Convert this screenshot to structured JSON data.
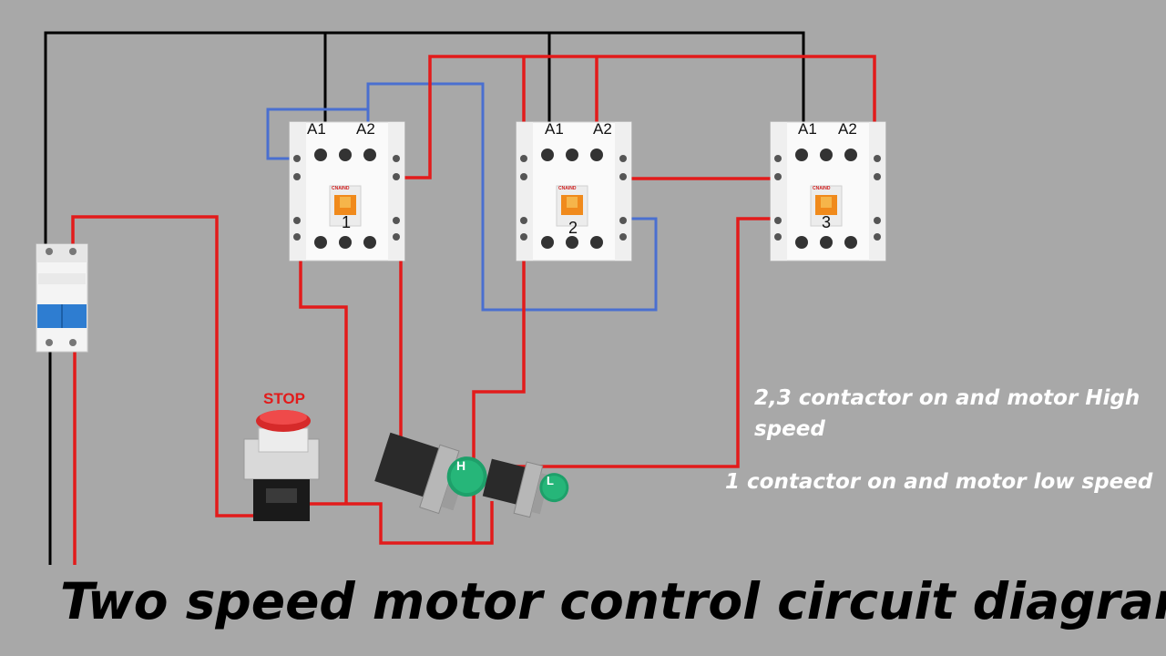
{
  "title": "Two speed motor control circuit diagram",
  "notes": {
    "high_speed": "2,3 contactor on and motor High speed",
    "low_speed": "1 contactor on and motor low speed"
  },
  "contactors": [
    {
      "number": "1",
      "coil_a1": "A1",
      "coil_a2": "A2",
      "brand": "CNAIND"
    },
    {
      "number": "2",
      "coil_a1": "A1",
      "coil_a2": "A2",
      "brand": "CNAIND"
    },
    {
      "number": "3",
      "coil_a1": "A1",
      "coil_a2": "A2",
      "brand": "CNAIND"
    }
  ],
  "buttons": {
    "stop_label": "STOP",
    "high_label": "H",
    "low_label": "L"
  },
  "colors": {
    "background": "#a8a8a8",
    "wire_red": "#e21b1b",
    "wire_black": "#000000",
    "wire_blue": "#4a6fd0",
    "button_green": "#1ea06a",
    "note_text": "#ffffff"
  }
}
